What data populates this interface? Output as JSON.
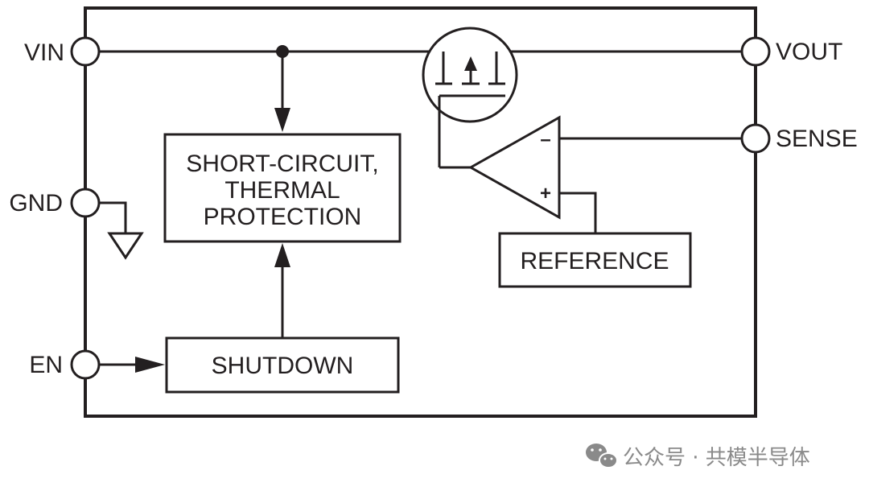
{
  "diagram": {
    "pins": {
      "vin": "VIN",
      "gnd": "GND",
      "en": "EN",
      "vout": "VOUT",
      "sense": "SENSE"
    },
    "blocks": {
      "protection": [
        "SHORT-CIRCUIT,",
        "THERMAL",
        "PROTECTION"
      ],
      "shutdown": "SHUTDOWN",
      "reference": "REFERENCE"
    },
    "opamp": {
      "minus": "–",
      "plus": "+"
    }
  },
  "watermark": {
    "text": "公众号 · 共模半导体",
    "icon": "wechat-icon"
  },
  "colors": {
    "line": "#231f20",
    "watermark": "#8a8a8a"
  }
}
